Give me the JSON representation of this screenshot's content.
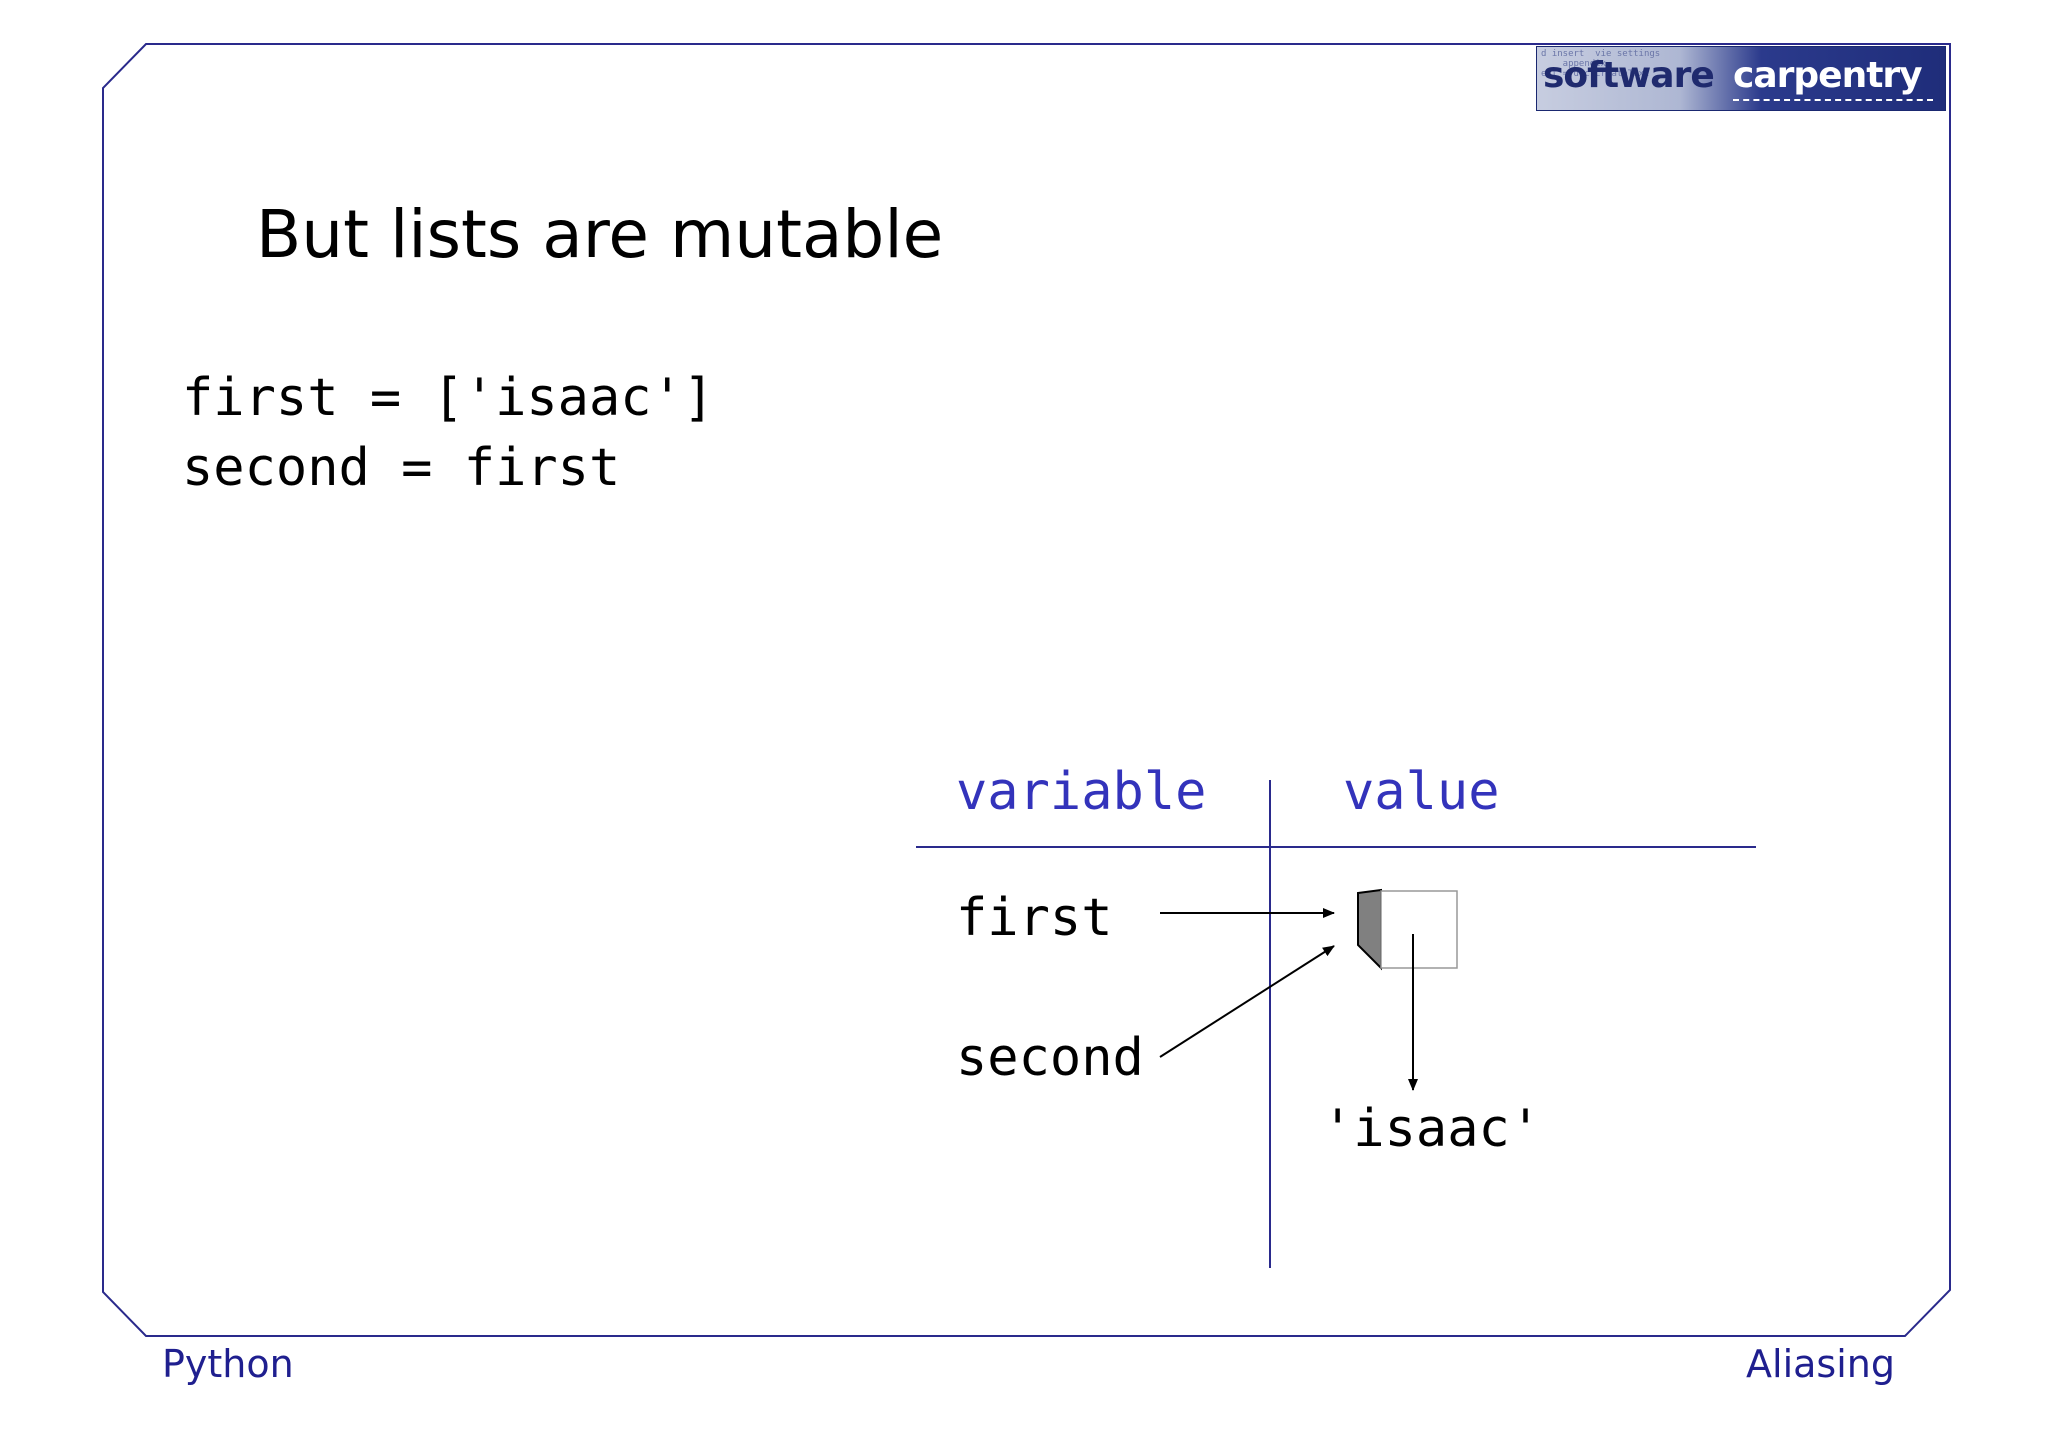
{
  "slide": {
    "title": "But lists are mutable",
    "code_lines": [
      "first = ['isaac']",
      "second = first"
    ],
    "footer_left": "Python",
    "footer_right": "Aliasing"
  },
  "logo": {
    "word1": "software",
    "word2": "carpentry",
    "background_text": "d insert  vie settings\n    appendix\next = doc.createText"
  },
  "diagram": {
    "header_variable": "variable",
    "header_value": "value",
    "variables": [
      "first",
      "second"
    ],
    "value_text": "'isaac'"
  },
  "colors": {
    "frame": "#2a2a8c",
    "header_text": "#3333bb",
    "footer_text": "#1f1f8f",
    "box_fill": "#808080"
  }
}
